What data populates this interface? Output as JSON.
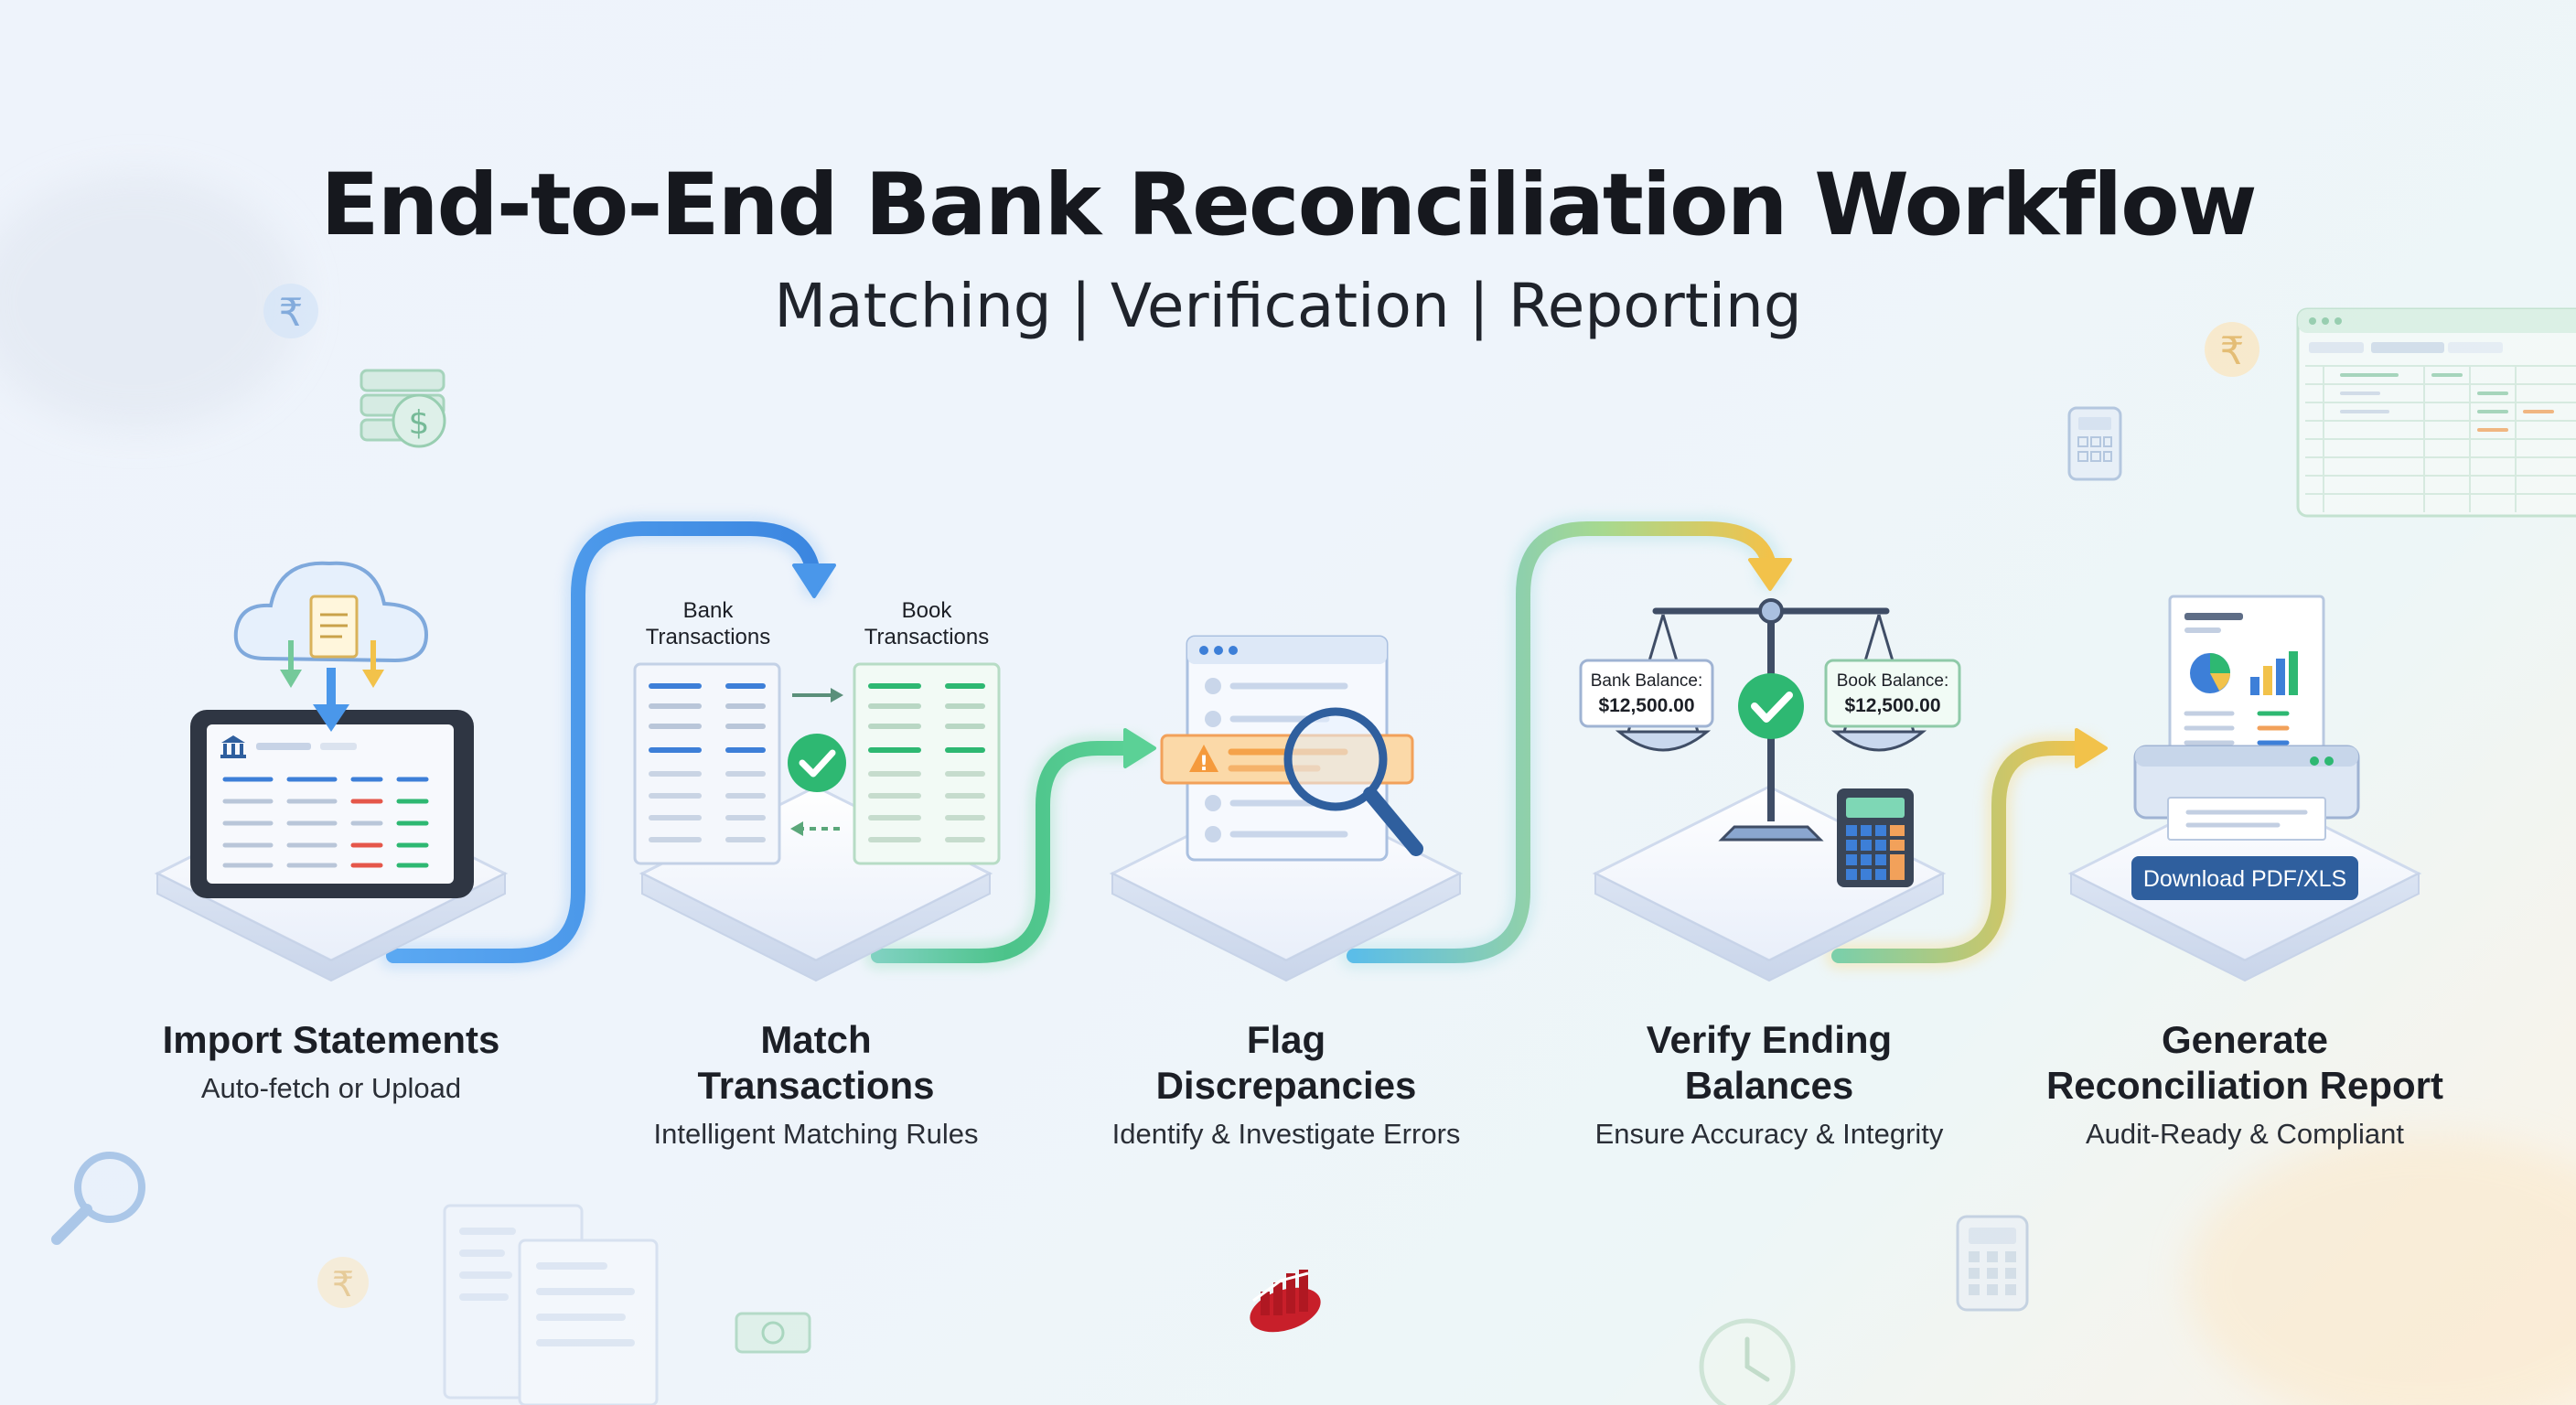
{
  "title": "End-to-End Bank Reconciliation Workflow",
  "subtitle": "Matching | Verification | Reporting",
  "steps": [
    {
      "title_line1": "Import Statements",
      "title_line2": "",
      "desc": "Auto-fetch or Upload"
    },
    {
      "title_line1": "Match",
      "title_line2": "Transactions",
      "desc": "Intelligent Matching Rules"
    },
    {
      "title_line1": "Flag",
      "title_line2": "Discrepancies",
      "desc": "Identify & Investigate Errors"
    },
    {
      "title_line1": "Verify Ending",
      "title_line2": "Balances",
      "desc": "Ensure Accuracy & Integrity"
    },
    {
      "title_line1": "Generate",
      "title_line2": "Reconciliation Report",
      "desc": "Audit-Ready & Compliant"
    }
  ],
  "match": {
    "bank_label_1": "Bank",
    "bank_label_2": "Transactions",
    "book_label_1": "Book",
    "book_label_2": "Transactions"
  },
  "balances": {
    "bank_label": "Bank Balance:",
    "bank_value": "$12,500.00",
    "book_label": "Book Balance:",
    "book_value": "$12,500.00"
  },
  "report": {
    "download_label": "Download PDF/XLS"
  },
  "colors": {
    "flow_blue": "#3f8fe6",
    "flow_green": "#4cc38a",
    "flow_yellow": "#f2c24a",
    "check_green": "#2eb872",
    "warning_orange": "#f59a3c",
    "button_blue": "#2f5f9e"
  },
  "icons": [
    "rupee-icon",
    "cash-stack-icon",
    "calculator-icon",
    "spreadsheet-icon",
    "magnifier-icon",
    "document-icon",
    "banknote-icon",
    "clock-icon",
    "logo-icon",
    "cloud-upload-icon",
    "bank-icon",
    "check-icon",
    "warning-icon",
    "scale-icon",
    "printer-icon"
  ]
}
